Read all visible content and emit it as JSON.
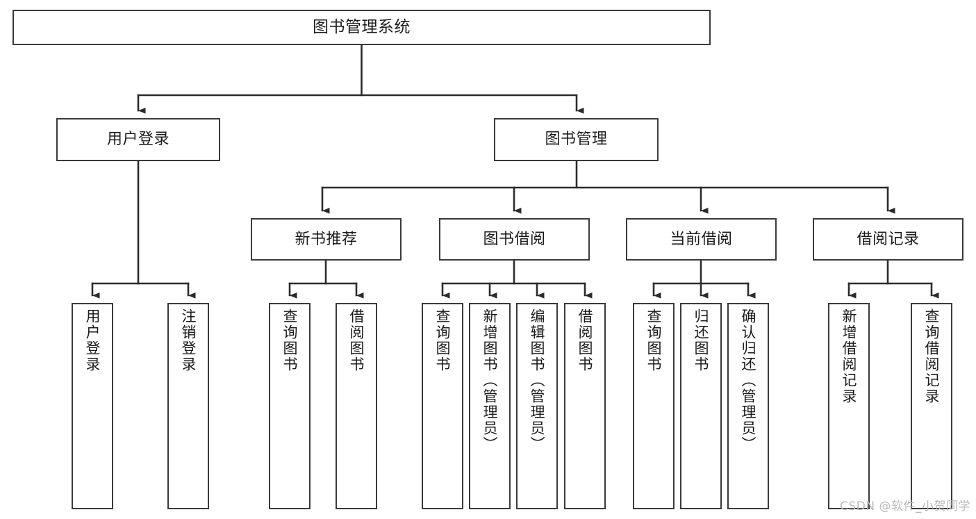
{
  "diagram": {
    "title": "图书管理系统",
    "type": "tree-hierarchy-chart",
    "colors": {
      "box_border": "#3a3a3a",
      "box_fill": "#ffffff",
      "connector": "#2b2b2b",
      "text": "#1b1b1b",
      "watermark": "#b9b9b9"
    },
    "nodes": {
      "root": {
        "label": "图书管理系统"
      },
      "level2": [
        {
          "label": "用户登录"
        },
        {
          "label": "图书管理"
        }
      ],
      "level3": [
        {
          "label": "新书推荐"
        },
        {
          "label": "图书借阅"
        },
        {
          "label": "当前借阅"
        },
        {
          "label": "借阅记录"
        }
      ],
      "leaves": {
        "user_login": [
          {
            "label": "用户登录"
          },
          {
            "label": "注销登录"
          }
        ],
        "new_book_recommend": [
          {
            "label": "查询图书"
          },
          {
            "label": "借阅图书"
          }
        ],
        "book_borrow": [
          {
            "label": "查询图书"
          },
          {
            "label": "新增图书（管理员）"
          },
          {
            "label": "编辑图书（管理员）"
          },
          {
            "label": "借阅图书"
          }
        ],
        "current_borrow": [
          {
            "label": "查询图书"
          },
          {
            "label": "归还图书"
          },
          {
            "label": "确认归还（管理员）"
          }
        ],
        "borrow_record": [
          {
            "label": "新增借阅记录"
          },
          {
            "label": "查询借阅记录"
          }
        ]
      }
    }
  },
  "watermark": {
    "text": "CSDN @软件_小贺同学"
  }
}
